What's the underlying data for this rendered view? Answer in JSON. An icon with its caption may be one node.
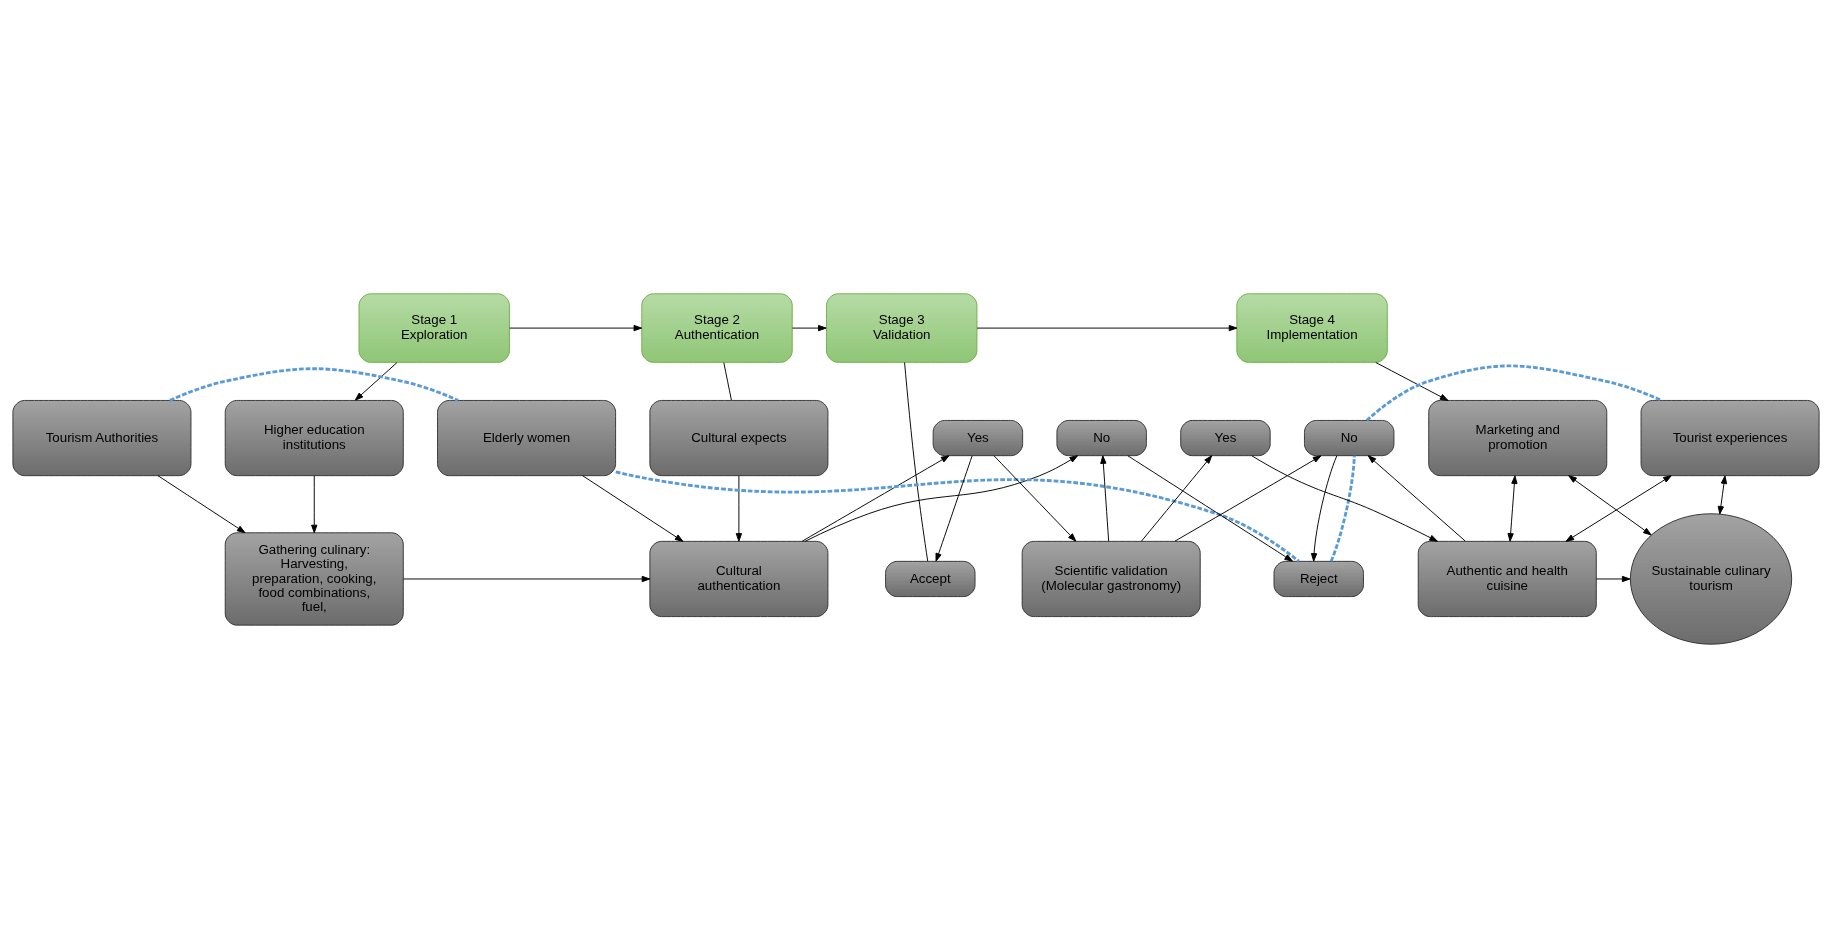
{
  "diagram": {
    "nodes": [
      {
        "text": [
          "Stage 1",
          "Exploration"
        ]
      },
      {
        "text": [
          "Stage 2",
          "Authentication"
        ]
      },
      {
        "text": [
          "Stage 3",
          "Validation"
        ]
      },
      {
        "text": [
          "Stage 4",
          "Implementation"
        ]
      },
      {
        "text": [
          "Higher education institutions"
        ]
      },
      {
        "text": [
          "Gathering culinary: Harvesting, preparation, cooking, food combinations, fuel,"
        ]
      },
      {
        "text": [
          "Tourism Authorities"
        ]
      },
      {
        "text": [
          "Cultural expects"
        ]
      },
      {
        "text": [
          "Cultural authentication"
        ]
      },
      {
        "text": [
          "Elderly women"
        ]
      },
      {
        "text": [
          "Accept"
        ]
      },
      {
        "text": [
          "Yes"
        ]
      },
      {
        "text": [
          "Scientific validation (Molecular gastronomy)"
        ]
      },
      {
        "text": [
          "No"
        ]
      },
      {
        "text": [
          "Reject"
        ]
      },
      {
        "text": [
          "Yes"
        ]
      },
      {
        "text": [
          "Authentic and health cuisine"
        ]
      },
      {
        "text": [
          "No"
        ]
      },
      {
        "text": [
          "Marketing and promotion"
        ]
      },
      {
        "text": [
          "Sustainable culinary tourism"
        ]
      },
      {
        "text": [
          "Tourist experiences"
        ]
      }
    ],
    "edges": [
      {
        "from": 0,
        "to": 1,
        "arrow": "to"
      },
      {
        "from": 1,
        "to": 2,
        "arrow": "to"
      },
      {
        "from": 2,
        "to": 3,
        "arrow": "to"
      },
      {
        "from": 0,
        "to": 4,
        "arrow": "to"
      },
      {
        "from": 4,
        "to": 5,
        "arrow": "to"
      },
      {
        "from": 6,
        "to": 5,
        "arrow": "to"
      },
      {
        "from": 5,
        "to": 8,
        "arrow": "to"
      },
      {
        "from": 1,
        "to": 7,
        "arrow": "none"
      },
      {
        "from": 7,
        "to": 8,
        "arrow": "to"
      },
      {
        "from": 9,
        "to": 8,
        "arrow": "to"
      },
      {
        "from": 2,
        "to": 10,
        "arrow": "none"
      },
      {
        "from": 11,
        "to": 10,
        "arrow": "to"
      },
      {
        "from": 8,
        "to": 11,
        "arrow": "to"
      },
      {
        "from": 8,
        "to": 13,
        "arrow": "to"
      },
      {
        "from": 11,
        "to": 12,
        "arrow": "to"
      },
      {
        "from": 12,
        "to": 15,
        "arrow": "to"
      },
      {
        "from": 12,
        "to": 17,
        "arrow": "to"
      },
      {
        "from": 12,
        "to": 13,
        "arrow": "to"
      },
      {
        "from": 13,
        "to": 14,
        "arrow": "to"
      },
      {
        "from": 17,
        "to": 14,
        "arrow": "to"
      },
      {
        "from": 15,
        "to": 16,
        "arrow": "to"
      },
      {
        "from": 16,
        "to": 17,
        "arrow": "to"
      },
      {
        "from": 3,
        "to": 18,
        "arrow": "to"
      },
      {
        "from": 18,
        "to": 16,
        "arrow": "both"
      },
      {
        "from": 18,
        "to": 19,
        "arrow": "both"
      },
      {
        "from": 16,
        "to": 19,
        "arrow": "to"
      },
      {
        "from": 16,
        "to": 20,
        "arrow": "both"
      },
      {
        "from": 19,
        "to": 20,
        "arrow": "both"
      },
      {
        "from": 6,
        "to": 9,
        "arrow": "none",
        "style": "dashed",
        "color": "#5b9bd5"
      },
      {
        "from": 9,
        "to": 14,
        "arrow": "none",
        "style": "dashed",
        "color": "#5b9bd5"
      },
      {
        "from": 14,
        "to": 17,
        "arrow": "none",
        "style": "dashed",
        "color": "#5b9bd5"
      },
      {
        "from": 17,
        "to": 20,
        "arrow": "none",
        "style": "dashed",
        "color": "#5b9bd5"
      }
    ]
  }
}
